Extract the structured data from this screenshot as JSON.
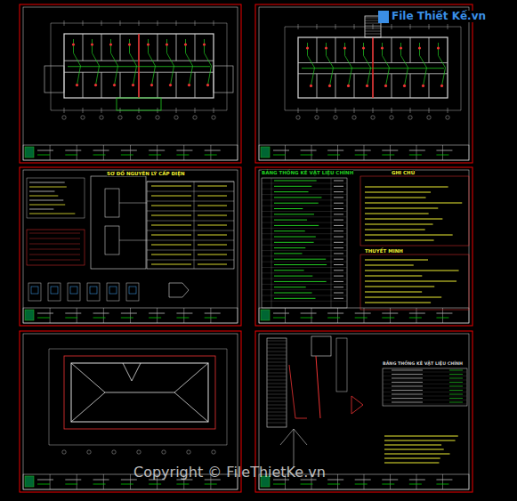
{
  "diagram": {
    "labels": [
      "File Thiết Kế.vn",
      "Copyright © FileThietKe.vn",
      "SƠ ĐỒ NGUYÊN LÝ CẤP ĐIỆN",
      "BẢNG THỐNG KÊ VẬT LIỆU CHÍNH",
      "GHI CHÚ",
      "THUYẾT MINH",
      "BẢNG THỐNG KÊ VẬT LIỆU CHÍNH"
    ]
  }
}
